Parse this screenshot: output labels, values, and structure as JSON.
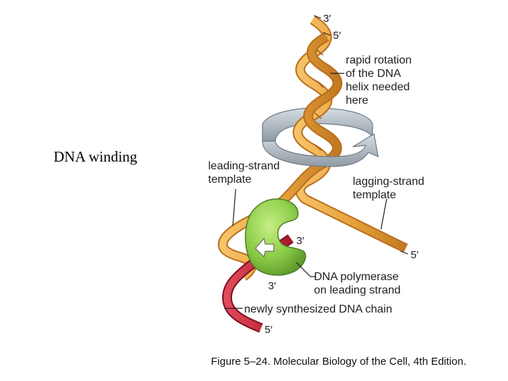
{
  "slide": {
    "title": "DNA winding"
  },
  "figure": {
    "labels": {
      "rotation": [
        "rapid rotation",
        "of the DNA",
        "helix needed",
        "here"
      ],
      "leading_template": [
        "leading-strand",
        "template"
      ],
      "lagging_template": [
        "lagging-strand",
        "template"
      ],
      "polymerase": [
        "DNA polymerase",
        "on leading strand"
      ],
      "new_chain": "newly synthesized DNA chain"
    },
    "ends": {
      "top_3": "3′",
      "top_5": "5′",
      "poly_3": "3′",
      "lagging_5": "5′",
      "lower_3": "3′",
      "bottom_5": "5′"
    },
    "caption": "Figure 5–24. Molecular Biology of the Cell, 4th Edition."
  },
  "colors": {
    "strand_orange": "#e8a23c",
    "strand_orange_dark": "#b86e1c",
    "new_strand_red": "#c8283c",
    "polymerase_green": "#8ccc48",
    "rotation_arrow_gray": "#aab4bd"
  },
  "icons": [
    "rotation-arrow-icon",
    "polymerase-arrow-icon"
  ]
}
